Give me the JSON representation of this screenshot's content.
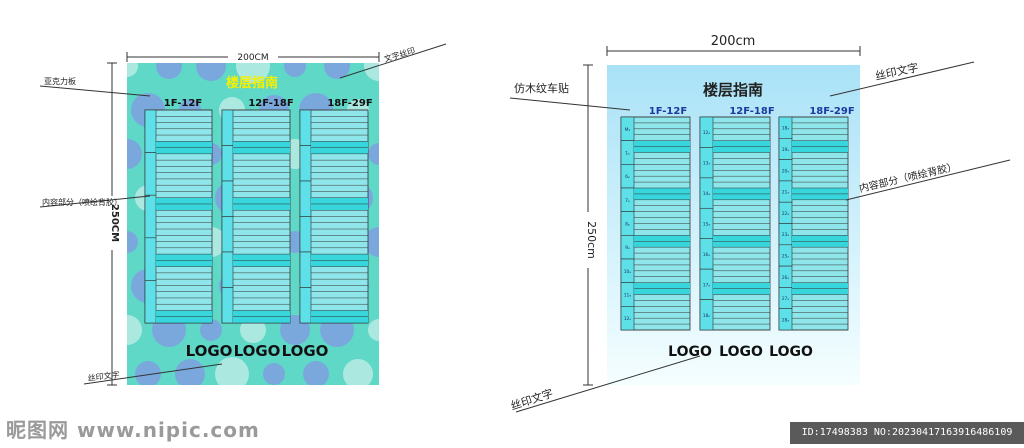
{
  "colors": {
    "left_bg": "#5fd8c8",
    "left_dot": "#7fa0e0",
    "left_dot_light": "#b8ece4",
    "right_bg_top": "#a9e2f7",
    "right_bg_bottom": "#f5feff",
    "column_fill": "#8fe6ea",
    "column_stripe": "#36d6dc",
    "floor_cell": "#5ee0e8",
    "title_left": "#f6f000",
    "title_right": "#222222",
    "header_left": "#111111",
    "header_right": "#1a3aa0",
    "line": "#333333"
  },
  "left_board": {
    "width_label": "200CM",
    "height_label": "250CM",
    "title": "楼层指南",
    "columns": [
      "1F-12F",
      "12F-18F",
      "18F-29F"
    ],
    "logos": [
      "LOGO",
      "LOGO",
      "LOGO"
    ],
    "callouts": {
      "acrylic": "亚克力板",
      "content": "内容部分（喷绘背胶）",
      "silk_text_top": "文字丝印",
      "silk_text_bottom": "丝印文字"
    }
  },
  "right_board": {
    "width_label": "200cm",
    "height_label": "250cm",
    "title": "楼层指南",
    "columns": [
      {
        "header": "1F-12F",
        "floors": [
          "M₁",
          "1ₑ",
          "6ₑ",
          "7ₑ",
          "8ₑ",
          "9ₑ",
          "10ₑ",
          "11ₑ",
          "12ₑ"
        ]
      },
      {
        "header": "12F-18F",
        "floors": [
          "12ₑ",
          "13ₑ",
          "14ₑ",
          "15ₑ",
          "16ₑ",
          "17ₑ",
          "18ₑ"
        ]
      },
      {
        "header": "18F-29F",
        "floors": [
          "18ₑ",
          "19ₑ",
          "20ₑ",
          "21ₑ",
          "22ₑ",
          "23ₑ",
          "25ₑ",
          "26ₑ",
          "27ₑ",
          "28ₑ"
        ]
      }
    ],
    "logos": [
      "LOGO",
      "LOGO",
      "LOGO"
    ],
    "callouts": {
      "woodgrain": "仿木纹车贴",
      "silk_text_top": "丝印文字",
      "content": "内容部分（喷绘背胶）",
      "silk_text_bottom": "丝印文字"
    }
  },
  "watermark": {
    "site": "昵图网 www.nipic.com",
    "id_line": "ID:17498383 NO:20230417163916486109"
  }
}
